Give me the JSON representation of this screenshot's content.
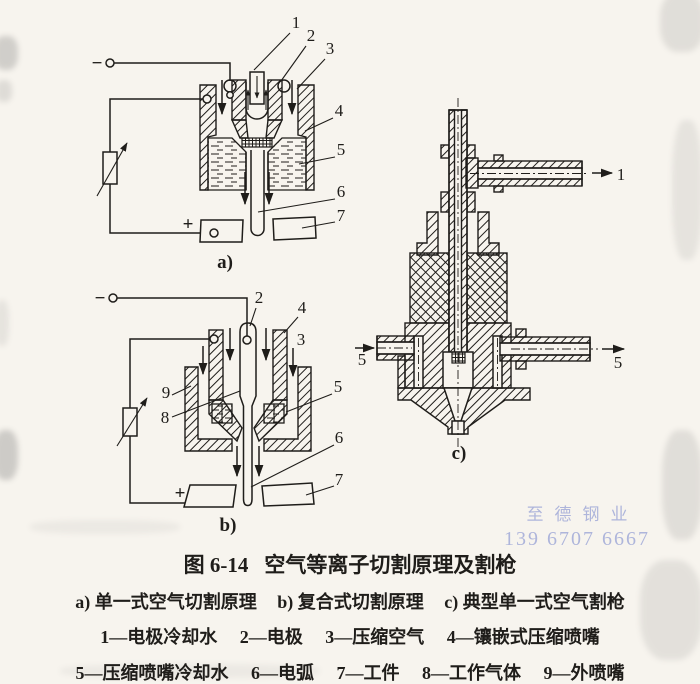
{
  "colors": {
    "ink": "#1f1d1a",
    "paper": "#f7f4ee",
    "watermark": "#a7afd9"
  },
  "watermark": {
    "line1": "至德钢业",
    "line2": "139 6707 6667"
  },
  "figure": {
    "fig_no": "图 6-14",
    "title": "空气等离子切割原理及割枪",
    "sub": [
      "a) 单一式空气切割原理",
      "b) 复合式切割原理",
      "c) 典型单一式空气割枪"
    ],
    "legend1": [
      "1—电极冷却水",
      "2—电极",
      "3—压缩空气",
      "4—镶嵌式压缩喷嘴"
    ],
    "legend2": [
      "5—压缩喷嘴冷却水",
      "6—电弧",
      "7—工件",
      "8—工作气体",
      "9—外喷嘴"
    ]
  },
  "diagram_a": {
    "caption": "a)",
    "minus": "−",
    "plus": "+",
    "n1": "1",
    "n2": "2",
    "n3": "3",
    "n4": "4",
    "n5": "5",
    "n6": "6",
    "n7": "7"
  },
  "diagram_b": {
    "caption": "b)",
    "minus": "−",
    "plus": "+",
    "n2": "2",
    "n3": "3",
    "n4": "4",
    "n5": "5",
    "n6": "6",
    "n7": "7",
    "n8": "8",
    "n9": "9"
  },
  "diagram_c": {
    "caption": "c)",
    "n1": "1",
    "n5_in": "5",
    "n5_out": "5"
  }
}
